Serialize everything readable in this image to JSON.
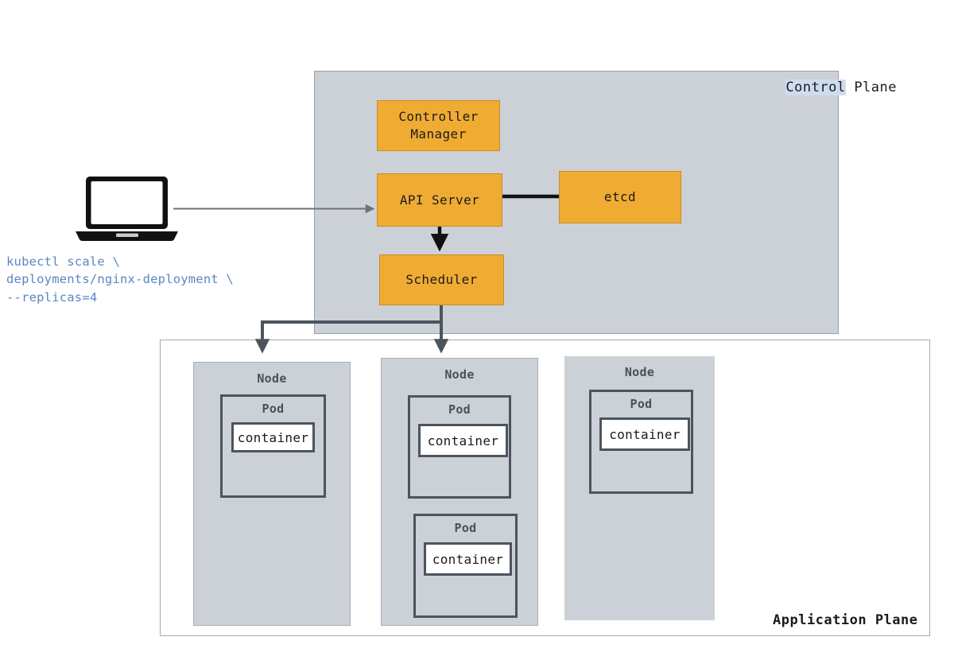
{
  "diagram": {
    "title": "Kubernetes cluster scaling diagram",
    "colors": {
      "plane_fill": "#ccd1d7",
      "plane_border": "#9aa0a6",
      "component_fill": "#f0ab33",
      "component_border": "#c98c24",
      "pod_border": "#4c545e",
      "container_fill": "#ffffff",
      "command_text": "#5b86c4",
      "highlight": "#cfdcf0",
      "arrow_black": "#111111",
      "arrow_gray": "#6e7278",
      "arrow_dark": "#4c545e"
    }
  },
  "control_plane": {
    "label_highlighted": "Control",
    "label_rest": " Plane",
    "components": {
      "controller_manager": "Controller\nManager",
      "api_server": "API Server",
      "etcd": "etcd",
      "scheduler": "Scheduler"
    }
  },
  "application_plane": {
    "label": "Application Plane",
    "nodes": [
      {
        "label": "Node",
        "pods": [
          {
            "label": "Pod",
            "container": "container"
          }
        ]
      },
      {
        "label": "Node",
        "pods": [
          {
            "label": "Pod",
            "container": "container"
          },
          {
            "label": "Pod",
            "container": "container"
          }
        ]
      },
      {
        "label": "Node",
        "pods": [
          {
            "label": "Pod",
            "container": "container"
          }
        ]
      }
    ]
  },
  "client": {
    "icon": "laptop-icon",
    "command_lines": [
      "kubectl scale \\",
      "deployments/nginx-deployment \\",
      "--replicas=4"
    ],
    "command": "kubectl scale \\\ndeployments/nginx-deployment \\\n--replicas=4"
  }
}
